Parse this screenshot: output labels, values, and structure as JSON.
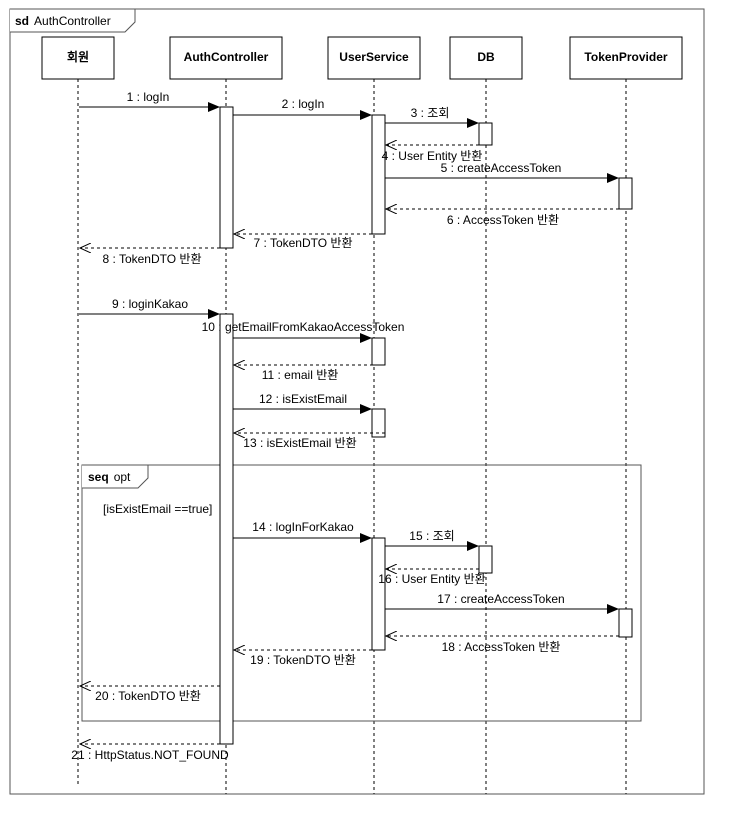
{
  "diagram": {
    "frame": {
      "keyword": "sd",
      "name": "AuthController"
    },
    "participants": [
      {
        "id": "member",
        "label": "회원"
      },
      {
        "id": "auth",
        "label": "AuthController"
      },
      {
        "id": "user",
        "label": "UserService"
      },
      {
        "id": "db",
        "label": "DB"
      },
      {
        "id": "token",
        "label": "TokenProvider"
      }
    ],
    "messages": [
      {
        "label": "1 : logIn",
        "from": "member",
        "to": "auth",
        "kind": "sync"
      },
      {
        "label": "2 : logIn",
        "from": "auth",
        "to": "user",
        "kind": "sync"
      },
      {
        "label": "3 : 조회",
        "from": "user",
        "to": "db",
        "kind": "sync"
      },
      {
        "label": "4 : User Entity 반환",
        "from": "db",
        "to": "user",
        "kind": "return"
      },
      {
        "label": "5 : createAccessToken",
        "from": "user",
        "to": "token",
        "kind": "sync"
      },
      {
        "label": "6 : AccessToken 반환",
        "from": "token",
        "to": "user",
        "kind": "return"
      },
      {
        "label": "7 : TokenDTO 반환",
        "from": "user",
        "to": "auth",
        "kind": "return"
      },
      {
        "label": "8 : TokenDTO 반환",
        "from": "auth",
        "to": "member",
        "kind": "return"
      },
      {
        "label": "9 : loginKakao",
        "from": "member",
        "to": "auth",
        "kind": "sync"
      },
      {
        "label": "10 : getEmailFromKakaoAccessToken",
        "from": "auth",
        "to": "user",
        "kind": "sync"
      },
      {
        "label": "11 : email 반환",
        "from": "user",
        "to": "auth",
        "kind": "return"
      },
      {
        "label": "12 : isExistEmail",
        "from": "auth",
        "to": "user",
        "kind": "sync"
      },
      {
        "label": "13 : isExistEmail 반환",
        "from": "user",
        "to": "auth",
        "kind": "return"
      },
      {
        "label": "14 : logInForKakao",
        "from": "auth",
        "to": "user",
        "kind": "sync"
      },
      {
        "label": "15 : 조회",
        "from": "user",
        "to": "db",
        "kind": "sync"
      },
      {
        "label": "16 : User Entity 반환",
        "from": "db",
        "to": "user",
        "kind": "return"
      },
      {
        "label": "17 : createAccessToken",
        "from": "user",
        "to": "token",
        "kind": "sync"
      },
      {
        "label": "18 : AccessToken 반환",
        "from": "token",
        "to": "user",
        "kind": "return"
      },
      {
        "label": "19 : TokenDTO 반환",
        "from": "user",
        "to": "auth",
        "kind": "return"
      },
      {
        "label": "20 : TokenDTO 반환",
        "from": "auth",
        "to": "member",
        "kind": "return"
      },
      {
        "label": "21 : HttpStatus.NOT_FOUND",
        "from": "auth",
        "to": "member",
        "kind": "return"
      }
    ],
    "fragment": {
      "keyword": "seq",
      "name": "opt",
      "guard": "[isExistEmail ==true]"
    }
  }
}
